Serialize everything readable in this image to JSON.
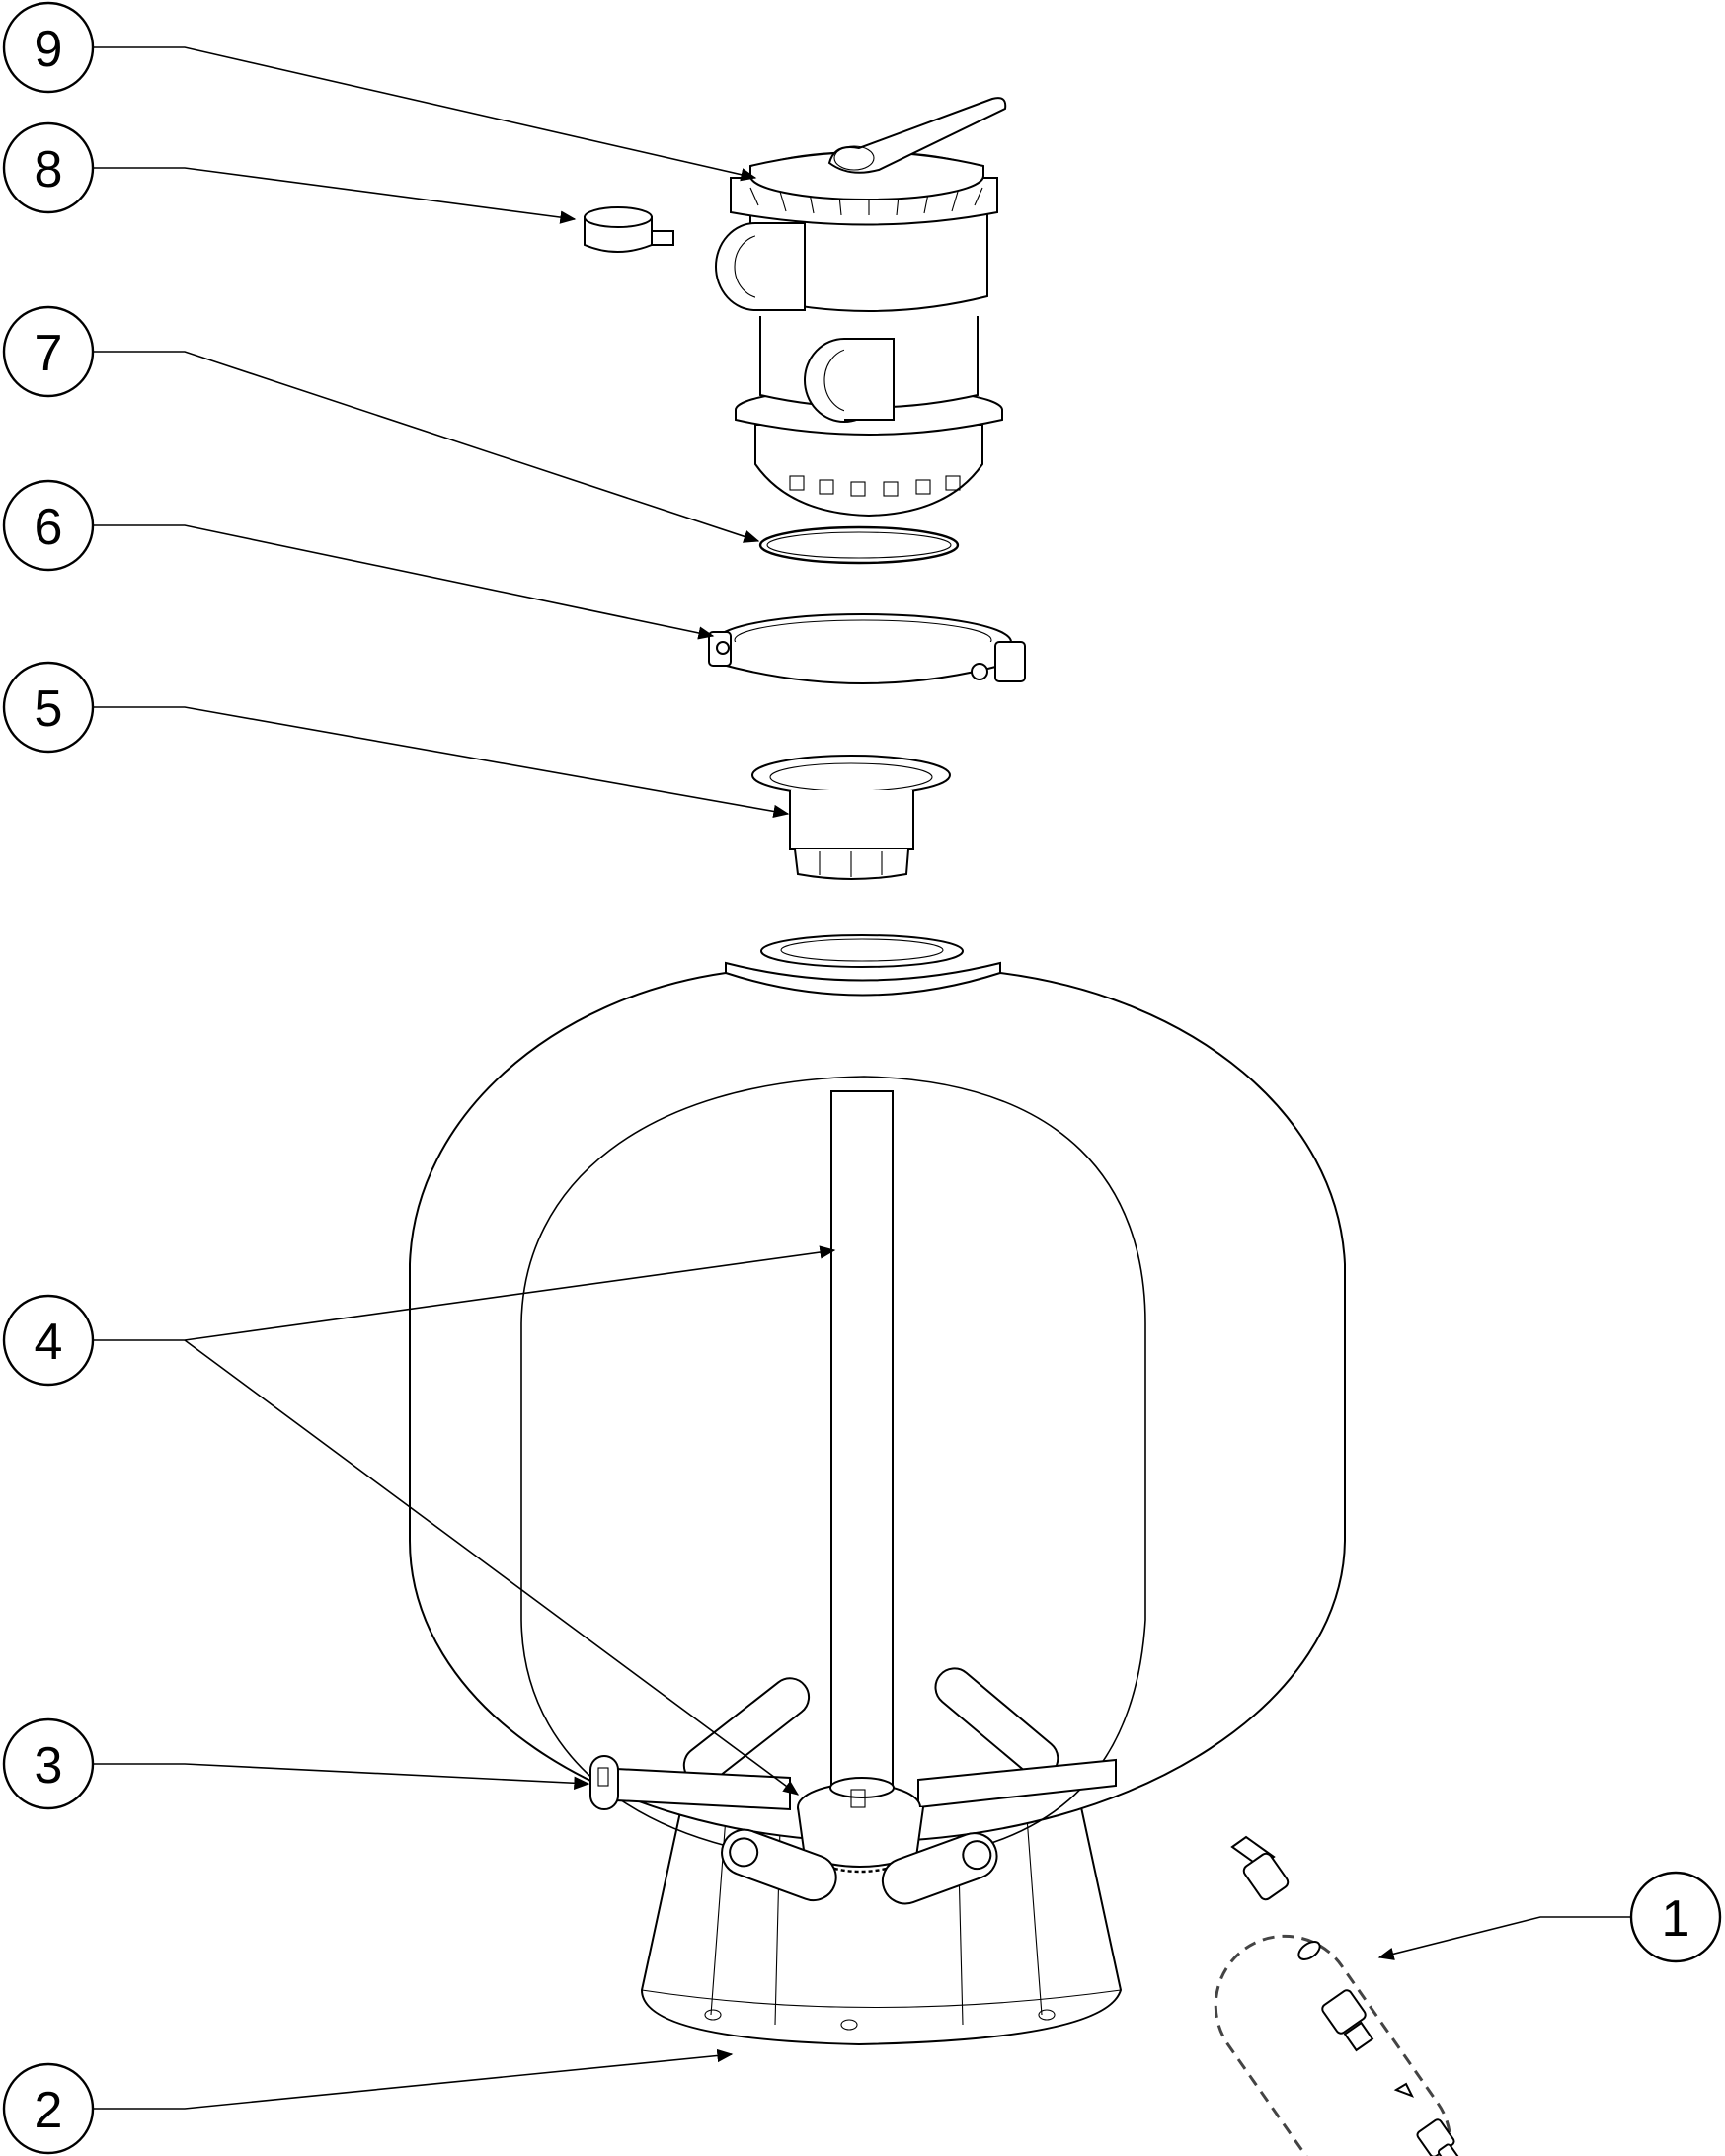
{
  "callouts": [
    {
      "number": "9",
      "part": "multiport valve"
    },
    {
      "number": "8",
      "part": "pressure gauge"
    },
    {
      "number": "7",
      "part": "o-ring"
    },
    {
      "number": "6",
      "part": "clamp"
    },
    {
      "number": "5",
      "part": "diffuser"
    },
    {
      "number": "4",
      "part": "standpipe and collector hub"
    },
    {
      "number": "3",
      "part": "lateral"
    },
    {
      "number": "2",
      "part": "base"
    },
    {
      "number": "1",
      "part": "drain kit"
    }
  ],
  "colors": {
    "line": "#000000",
    "background": "#ffffff",
    "dashed_group": "#444444"
  }
}
